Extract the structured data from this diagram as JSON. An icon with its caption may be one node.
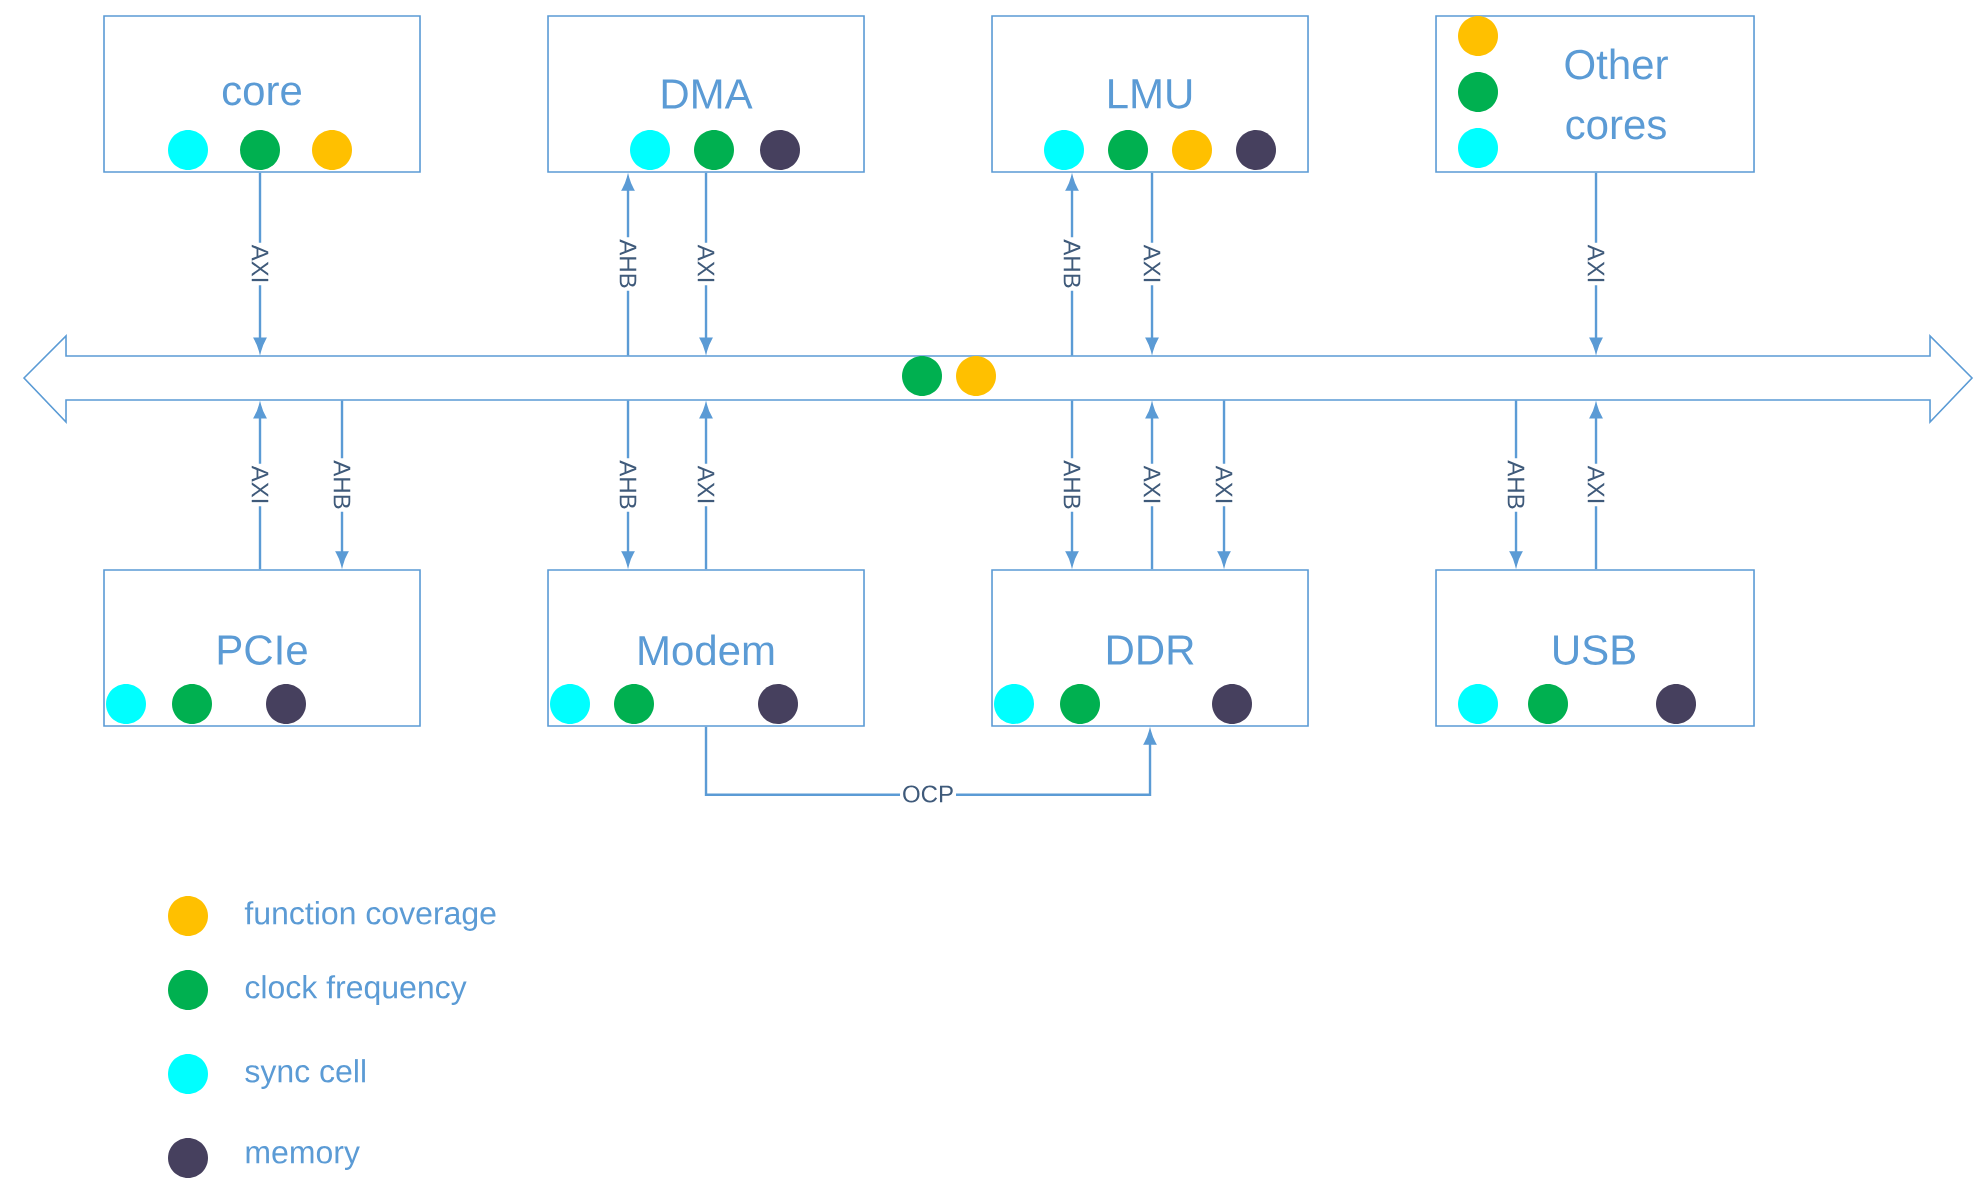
{
  "diagram": {
    "nodes": [
      {
        "text": [
          "core"
        ]
      },
      {
        "text": [
          "DMA"
        ]
      },
      {
        "text": [
          "LMU"
        ]
      },
      {
        "text": [
          "Other cores"
        ]
      },
      {
        "text": [],
        "shape": "arrow"
      },
      {
        "text": [
          "PCIe"
        ]
      },
      {
        "text": [
          "Modem"
        ]
      },
      {
        "text": [
          "DDR"
        ]
      },
      {
        "text": [
          "USB"
        ]
      }
    ],
    "edges": [
      {
        "from": 0,
        "to": 4,
        "arrow": "to",
        "label": "AXI"
      },
      {
        "from": 4,
        "to": 1,
        "arrow": "to",
        "label": "AHB"
      },
      {
        "from": 1,
        "to": 4,
        "arrow": "to",
        "label": "AXI"
      },
      {
        "from": 4,
        "to": 2,
        "arrow": "to",
        "label": "AHB"
      },
      {
        "from": 2,
        "to": 4,
        "arrow": "to",
        "label": "AXI"
      },
      {
        "from": 3,
        "to": 4,
        "arrow": "to",
        "label": "AXI"
      },
      {
        "from": 5,
        "to": 4,
        "arrow": "to",
        "label": "AXI"
      },
      {
        "from": 4,
        "to": 5,
        "arrow": "to",
        "label": "AHB"
      },
      {
        "from": 4,
        "to": 6,
        "arrow": "to",
        "label": "AHB"
      },
      {
        "from": 6,
        "to": 4,
        "arrow": "to",
        "label": "AXI"
      },
      {
        "from": 4,
        "to": 7,
        "arrow": "to",
        "label": "AHB"
      },
      {
        "from": 7,
        "to": 4,
        "arrow": "to",
        "label": "AXI"
      },
      {
        "from": 4,
        "to": 7,
        "arrow": "to",
        "label": "AXI"
      },
      {
        "from": 4,
        "to": 8,
        "arrow": "to",
        "label": "AHB"
      },
      {
        "from": 8,
        "to": 4,
        "arrow": "to",
        "label": "AXI"
      },
      {
        "from": 6,
        "to": 7,
        "arrow": "to",
        "label": "OCP"
      }
    ],
    "legend": [
      {
        "text": "function coverage",
        "color": "#ffc000"
      },
      {
        "text": "clock frequency",
        "color": "#00b050"
      },
      {
        "text": "sync cell",
        "color": "#00ffff"
      },
      {
        "text": "memory",
        "color": "#46405e"
      }
    ]
  }
}
